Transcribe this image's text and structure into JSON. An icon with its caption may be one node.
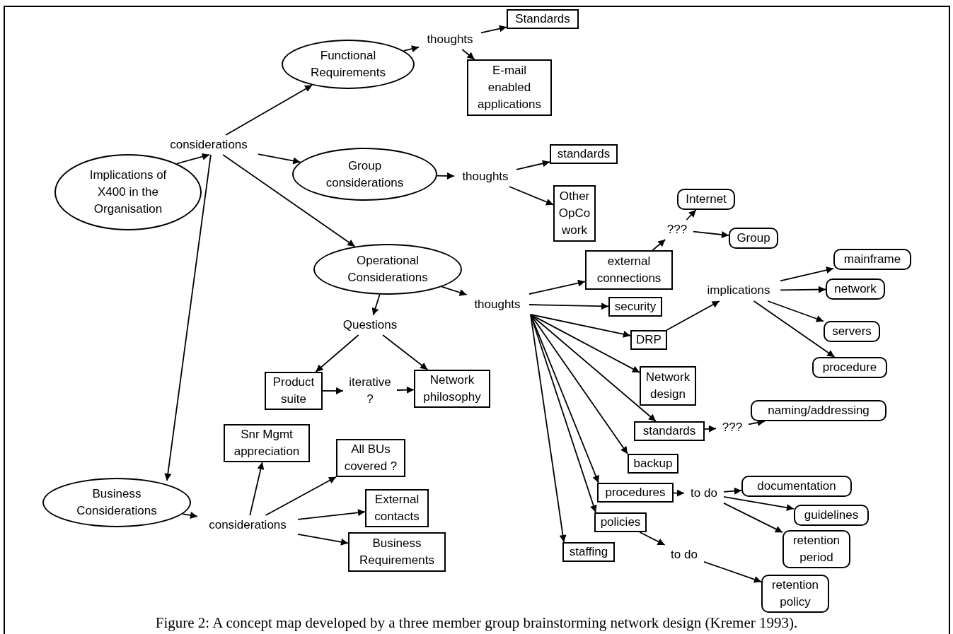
{
  "diagram": {
    "caption": "Figure 2: A concept map developed by a three member group brainstorming network design (Kremer 1993).",
    "nodes": [
      {
        "text": [
          "Implications of X400 in the Organisation"
        ]
      },
      {
        "text": [
          "considerations"
        ]
      },
      {
        "text": [
          "Functional Requirements"
        ]
      },
      {
        "text": [
          "thoughts"
        ]
      },
      {
        "text": [
          "Standards"
        ]
      },
      {
        "text": [
          "E-mail enabled applications"
        ]
      },
      {
        "text": [
          "Group considerations"
        ]
      },
      {
        "text": [
          "thoughts"
        ]
      },
      {
        "text": [
          "standards"
        ]
      },
      {
        "text": [
          "Other OpCo work"
        ]
      },
      {
        "text": [
          "Operational Considerations"
        ]
      },
      {
        "text": [
          "thoughts"
        ]
      },
      {
        "text": [
          "Questions"
        ]
      },
      {
        "text": [
          "Product suite"
        ]
      },
      {
        "text": [
          "iterative ?"
        ]
      },
      {
        "text": [
          "Network philosophy"
        ]
      },
      {
        "text": [
          "external connections"
        ]
      },
      {
        "text": [
          "???"
        ]
      },
      {
        "text": [
          "Internet"
        ]
      },
      {
        "text": [
          "Group"
        ]
      },
      {
        "text": [
          "security"
        ]
      },
      {
        "text": [
          "DRP"
        ]
      },
      {
        "text": [
          "implications"
        ]
      },
      {
        "text": [
          "mainframe"
        ]
      },
      {
        "text": [
          "network"
        ]
      },
      {
        "text": [
          "servers"
        ]
      },
      {
        "text": [
          "procedure"
        ]
      },
      {
        "text": [
          "Network design"
        ]
      },
      {
        "text": [
          "standards"
        ]
      },
      {
        "text": [
          "???"
        ]
      },
      {
        "text": [
          "naming/addressing"
        ]
      },
      {
        "text": [
          "backup"
        ]
      },
      {
        "text": [
          "procedures"
        ]
      },
      {
        "text": [
          "to do"
        ]
      },
      {
        "text": [
          "documentation"
        ]
      },
      {
        "text": [
          "guidelines"
        ]
      },
      {
        "text": [
          "retention period"
        ]
      },
      {
        "text": [
          "policies"
        ]
      },
      {
        "text": [
          "staffing"
        ]
      },
      {
        "text": [
          "to do"
        ]
      },
      {
        "text": [
          "retention policy"
        ]
      },
      {
        "text": [
          "Snr Mgmt appreciation"
        ]
      },
      {
        "text": [
          "All BUs covered ?"
        ]
      },
      {
        "text": [
          "Business Considerations"
        ]
      },
      {
        "text": [
          "considerations"
        ]
      },
      {
        "text": [
          "External contacts"
        ]
      },
      {
        "text": [
          "Business Requirements"
        ]
      }
    ],
    "edges": [
      {
        "from": 0,
        "to": 1,
        "arrow": "to"
      },
      {
        "from": 1,
        "to": 43,
        "arrow": "to"
      },
      {
        "from": 1,
        "to": 2,
        "arrow": "to"
      },
      {
        "from": 1,
        "to": 6,
        "arrow": "to"
      },
      {
        "from": 1,
        "to": 10,
        "arrow": "to"
      },
      {
        "from": 2,
        "to": 3,
        "arrow": "to"
      },
      {
        "from": 3,
        "to": 4,
        "arrow": "to"
      },
      {
        "from": 3,
        "to": 5,
        "arrow": "to"
      },
      {
        "from": 6,
        "to": 7,
        "arrow": "to"
      },
      {
        "from": 7,
        "to": 8,
        "arrow": "to"
      },
      {
        "from": 7,
        "to": 9,
        "arrow": "to"
      },
      {
        "from": 10,
        "to": 11,
        "arrow": "to"
      },
      {
        "from": 10,
        "to": 12,
        "arrow": "to"
      },
      {
        "from": 12,
        "to": 13,
        "arrow": "to"
      },
      {
        "from": 12,
        "to": 15,
        "arrow": "to"
      },
      {
        "from": 13,
        "to": 14,
        "arrow": "to"
      },
      {
        "from": 14,
        "to": 15,
        "arrow": "to"
      },
      {
        "from": 11,
        "to": 16,
        "arrow": "to"
      },
      {
        "from": 16,
        "to": 17,
        "arrow": "to"
      },
      {
        "from": 17,
        "to": 18,
        "arrow": "to"
      },
      {
        "from": 17,
        "to": 19,
        "arrow": "to"
      },
      {
        "from": 11,
        "to": 20,
        "arrow": "to"
      },
      {
        "from": 11,
        "to": 21,
        "arrow": "to"
      },
      {
        "from": 21,
        "to": 22,
        "arrow": "to"
      },
      {
        "from": 22,
        "to": 23,
        "arrow": "to"
      },
      {
        "from": 22,
        "to": 24,
        "arrow": "to"
      },
      {
        "from": 22,
        "to": 25,
        "arrow": "to"
      },
      {
        "from": 22,
        "to": 26,
        "arrow": "to"
      },
      {
        "from": 11,
        "to": 27,
        "arrow": "to"
      },
      {
        "from": 11,
        "to": 28,
        "arrow": "to"
      },
      {
        "from": 28,
        "to": 29,
        "arrow": "to"
      },
      {
        "from": 29,
        "to": 30,
        "arrow": "to"
      },
      {
        "from": 11,
        "to": 31,
        "arrow": "to"
      },
      {
        "from": 11,
        "to": 32,
        "arrow": "to"
      },
      {
        "from": 32,
        "to": 33,
        "arrow": "to"
      },
      {
        "from": 33,
        "to": 34,
        "arrow": "to"
      },
      {
        "from": 33,
        "to": 35,
        "arrow": "to"
      },
      {
        "from": 33,
        "to": 36,
        "arrow": "to"
      },
      {
        "from": 11,
        "to": 37,
        "arrow": "to"
      },
      {
        "from": 11,
        "to": 38,
        "arrow": "to"
      },
      {
        "from": 37,
        "to": 39,
        "arrow": "to"
      },
      {
        "from": 39,
        "to": 40,
        "arrow": "to"
      },
      {
        "from": 43,
        "to": 44,
        "arrow": "to"
      },
      {
        "from": 44,
        "to": 41,
        "arrow": "to"
      },
      {
        "from": 44,
        "to": 42,
        "arrow": "to"
      },
      {
        "from": 44,
        "to": 45,
        "arrow": "to"
      },
      {
        "from": 44,
        "to": 46,
        "arrow": "to"
      }
    ]
  }
}
